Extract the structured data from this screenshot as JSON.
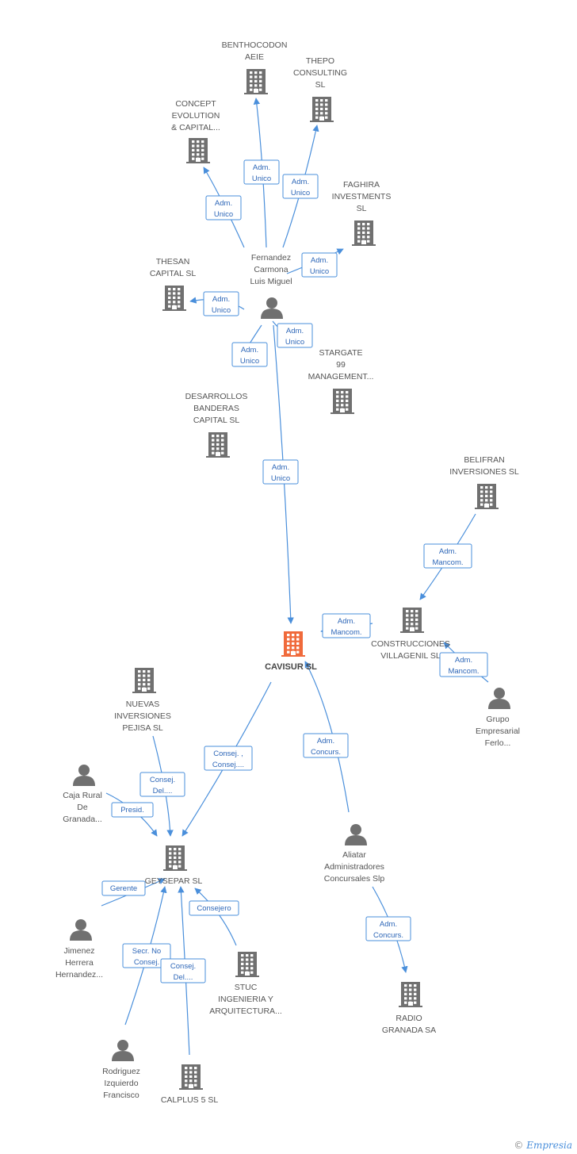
{
  "colors": {
    "edge": "#4a8fdb",
    "company": "#707070",
    "focus": "#f06a3b",
    "person": "#707070"
  },
  "footer": {
    "copyright": "©",
    "brand": "Empresia"
  },
  "nodes": [
    {
      "id": "cavisur",
      "kind": "company",
      "focus": true,
      "label": [
        "CAVISUR SL"
      ]
    },
    {
      "id": "benthocodon",
      "kind": "company",
      "label": [
        "BENTHOCODON",
        "AEIE"
      ]
    },
    {
      "id": "thepo",
      "kind": "company",
      "label": [
        "THEPO",
        "CONSULTING",
        "SL"
      ]
    },
    {
      "id": "concept",
      "kind": "company",
      "label": [
        "CONCEPT",
        "EVOLUTION",
        "& CAPITAL..."
      ]
    },
    {
      "id": "faghira",
      "kind": "company",
      "label": [
        "FAGHIRA",
        "INVESTMENTS",
        "SL"
      ]
    },
    {
      "id": "thesan",
      "kind": "company",
      "label": [
        "THESAN",
        "CAPITAL SL"
      ]
    },
    {
      "id": "fernandez",
      "kind": "person",
      "label": [
        "Fernandez",
        "Carmona",
        "Luis Miguel"
      ]
    },
    {
      "id": "stargate",
      "kind": "company",
      "label": [
        "STARGATE",
        "99",
        "MANAGEMENT..."
      ]
    },
    {
      "id": "desarrollos",
      "kind": "company",
      "label": [
        "DESARROLLOS",
        "BANDERAS",
        "CAPITAL  SL"
      ]
    },
    {
      "id": "belifran",
      "kind": "company",
      "label": [
        "BELIFRAN",
        "INVERSIONES SL"
      ]
    },
    {
      "id": "construcciones",
      "kind": "company",
      "label": [
        "CONSTRUCCIONES",
        "VILLAGENIL SL"
      ]
    },
    {
      "id": "grupo",
      "kind": "person",
      "label": [
        "Grupo",
        "Empresarial",
        "Ferlo..."
      ]
    },
    {
      "id": "nuevas",
      "kind": "company",
      "label": [
        "NUEVAS",
        "INVERSIONES",
        "PEJISA SL"
      ]
    },
    {
      "id": "cajarural",
      "kind": "person",
      "label": [
        "Caja Rural",
        "De",
        "Granada..."
      ]
    },
    {
      "id": "geysepar",
      "kind": "company",
      "label": [
        "GEYSEPAR SL"
      ]
    },
    {
      "id": "aliatar",
      "kind": "person",
      "label": [
        "Aliatar",
        "Administradores",
        "Concursales Slp"
      ]
    },
    {
      "id": "jimenez",
      "kind": "person",
      "label": [
        "Jimenez",
        "Herrera",
        "Hernandez..."
      ]
    },
    {
      "id": "stuc",
      "kind": "company",
      "label": [
        "STUC",
        "INGENIERIA Y",
        "ARQUITECTURA..."
      ]
    },
    {
      "id": "radio",
      "kind": "company",
      "label": [
        "RADIO",
        "GRANADA SA"
      ]
    },
    {
      "id": "rodriguez",
      "kind": "person",
      "label": [
        "Rodriguez",
        "Izquierdo",
        "Francisco"
      ]
    },
    {
      "id": "calplus",
      "kind": "company",
      "label": [
        "CALPLUS 5  SL"
      ]
    }
  ],
  "relations": [
    {
      "from": "fernandez",
      "to": "benthocodon",
      "label": [
        "Adm.",
        "Unico"
      ]
    },
    {
      "from": "fernandez",
      "to": "thepo",
      "label": [
        "Adm.",
        "Unico"
      ]
    },
    {
      "from": "fernandez",
      "to": "concept",
      "label": [
        "Adm.",
        "Unico"
      ]
    },
    {
      "from": "fernandez",
      "to": "faghira",
      "label": [
        "Adm.",
        "Unico"
      ]
    },
    {
      "from": "fernandez",
      "to": "thesan",
      "label": [
        "Adm.",
        "Unico"
      ]
    },
    {
      "from": "fernandez",
      "to": "stargate",
      "label": [
        "Adm.",
        "Unico"
      ]
    },
    {
      "from": "fernandez",
      "to": "desarrollos",
      "label": [
        "Adm.",
        "Unico"
      ]
    },
    {
      "from": "fernandez",
      "to": "cavisur",
      "label": [
        "Adm.",
        "Unico"
      ]
    },
    {
      "from": "belifran",
      "to": "construcciones",
      "label": [
        "Adm.",
        "Mancom."
      ]
    },
    {
      "from": "construcciones",
      "to": "cavisur",
      "label": [
        "Adm.",
        "Mancom."
      ]
    },
    {
      "from": "grupo",
      "to": "construcciones",
      "label": [
        "Adm.",
        "Mancom."
      ]
    },
    {
      "from": "cavisur",
      "to": "geysepar",
      "label": [
        "Consej. ,",
        "Consej...."
      ]
    },
    {
      "from": "nuevas",
      "to": "geysepar",
      "label": [
        "Consej.",
        "Del...."
      ]
    },
    {
      "from": "cajarural",
      "to": "geysepar",
      "label": [
        "Presid."
      ]
    },
    {
      "from": "aliatar",
      "to": "cavisur",
      "label": [
        "Adm.",
        "Concurs."
      ]
    },
    {
      "from": "jimenez",
      "to": "geysepar",
      "label": [
        "Gerente"
      ]
    },
    {
      "from": "stuc",
      "to": "geysepar",
      "label": [
        "Consejero"
      ]
    },
    {
      "from": "aliatar",
      "to": "radio",
      "label": [
        "Adm.",
        "Concurs."
      ]
    },
    {
      "from": "rodriguez",
      "to": "geysepar",
      "label": [
        "Secr.  No",
        "Consej."
      ]
    },
    {
      "from": "calplus",
      "to": "geysepar",
      "label": [
        "Consej.",
        "Del...."
      ]
    }
  ]
}
